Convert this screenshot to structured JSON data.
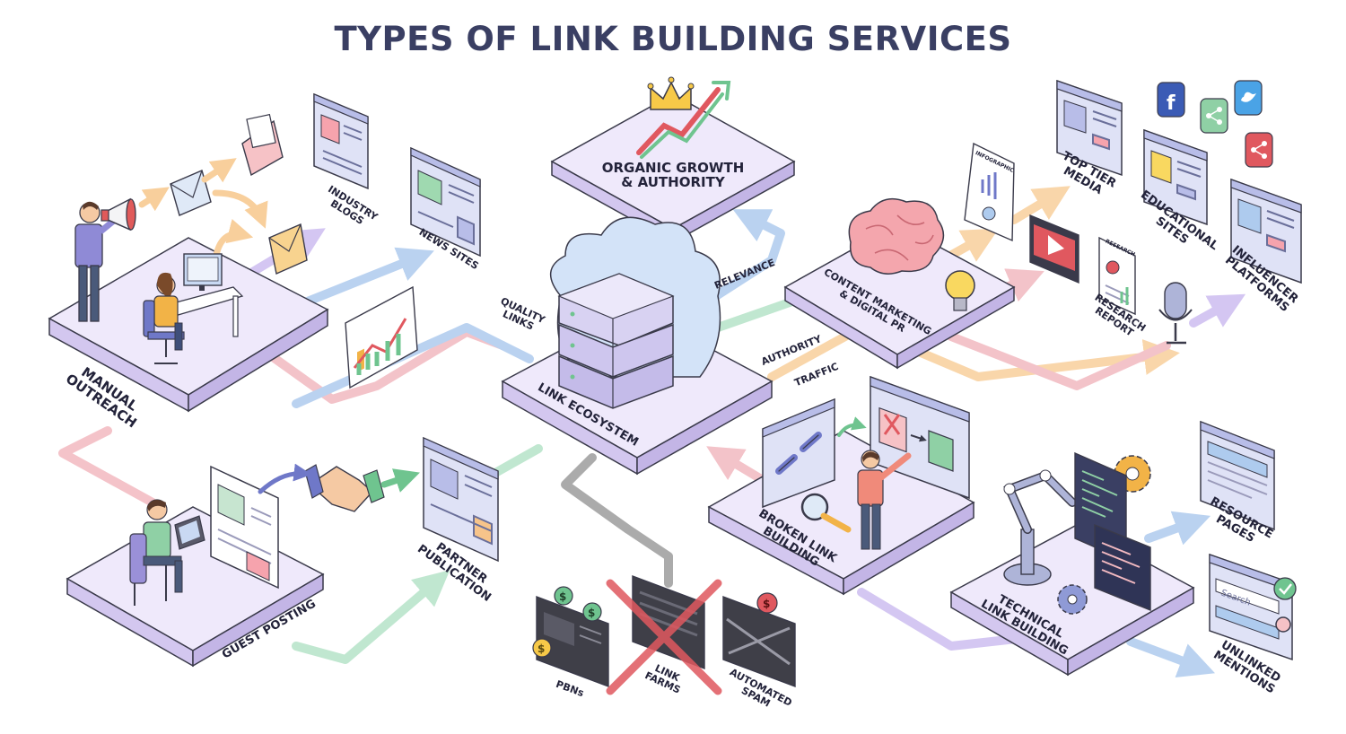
{
  "title": "TYPES OF LINK BUILDING SERVICES",
  "colors": {
    "platform_top": "#efe9fb",
    "platform_side": "#d3c7ef",
    "outline": "#3a3a4a",
    "arrow_blue": "#aecbee",
    "arrow_pink": "#f2b9c0",
    "arrow_green": "#b6e3c8",
    "arrow_orange": "#f8cf9c",
    "arrow_purple": "#cdbdf0",
    "arrow_gray": "#9c9c9c",
    "cross_red": "#e0585f",
    "title_color": "#3a3f63"
  },
  "labels": {
    "organic_growth": "ORGANIC GROWTH\n& AUTHORITY",
    "link_ecosystem": "LINK ECOSYSTEM",
    "manual_outreach": "MANUAL\nOUTREACH",
    "guest_posting": "GUEST POSTING",
    "partner_publication": "PARTNER\nPUBLICATION",
    "industry_blogs": "INDUSTRY\nBLOGS",
    "news_sites": "NEWS SITES",
    "quality_links": "QUALITY\nLINKS",
    "relevance": "RELEVANCE",
    "authority": "AUTHORITY",
    "traffic": "TRAFFIC",
    "content_marketing": "CONTENT MARKETING\n& DIGITAL PR",
    "top_tier_media": "TOP TIER\nMEDIA",
    "educational_sites": "EDUCATIONAL\nSITES",
    "influencer_platforms": "INFLUENCER\nPLATFORMS",
    "research_report": "RESEARCH\nREPORT",
    "broken_link_building": "BROKEN LINK\nBUILDING",
    "technical_link_building": "TECHNICAL\nLINK BUILDING",
    "resource_pages": "RESOURCE\nPAGES",
    "unlinked_mentions": "UNLINKED\nMENTIONS",
    "pbns": "PBNs",
    "link_farms": "LINK\nFARMS",
    "automated_spam": "AUTOMATED\nSPAM",
    "infographic": "INFOGRAPHIC",
    "research_doc": "RESEARCH",
    "search_placeholder": "Search"
  },
  "icons": [
    "megaphone-icon",
    "envelope-icon",
    "handshake-icon",
    "crown-icon",
    "growth-arrow-icon",
    "cloud-icon",
    "server-icon",
    "brain-icon",
    "lightbulb-icon",
    "video-play-icon",
    "microphone-icon",
    "facebook-icon",
    "share-icon",
    "twitter-icon",
    "broken-link-icon",
    "magnifier-icon",
    "robot-arm-icon",
    "gear-icon",
    "code-window-icon",
    "dollar-coin-icon",
    "chain-icon",
    "check-icon",
    "red-cross-icon"
  ]
}
